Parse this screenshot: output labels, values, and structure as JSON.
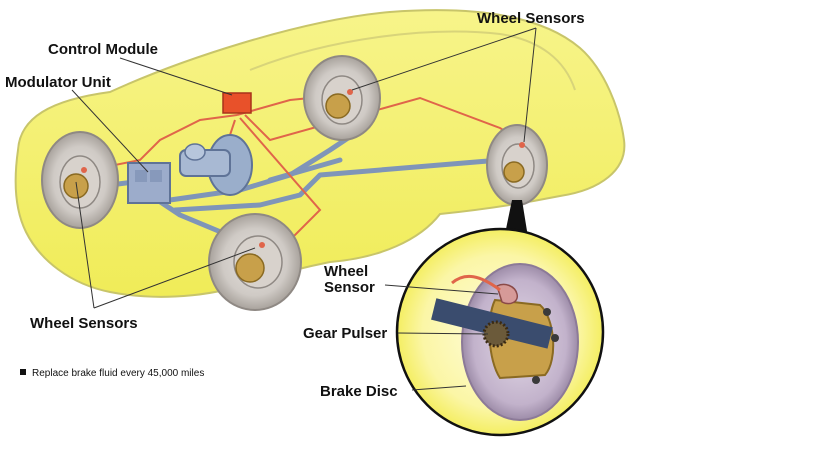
{
  "labels": {
    "control_module": "Control Module",
    "modulator_unit": "Modulator Unit",
    "wheel_sensors_top": "Wheel Sensors",
    "wheel_sensors_bottom": "Wheel Sensors",
    "wheel_sensor_line1": "Wheel",
    "wheel_sensor_line2": "Sensor",
    "gear_pulser": "Gear Pulser",
    "brake_disc": "Brake Disc"
  },
  "note": "Replace brake fluid every 45,000 miles",
  "colors": {
    "car_body": "#f3f06a",
    "car_outline": "#b8b66a",
    "brake_line": "#7f95b8",
    "sensor_wire": "#e0654a",
    "control_module": "#e8512a",
    "tire": "#c9c4bf",
    "disc": "#c8b7cf",
    "hub": "#c8a04a",
    "zoom_circle": "#fbf7a0"
  }
}
